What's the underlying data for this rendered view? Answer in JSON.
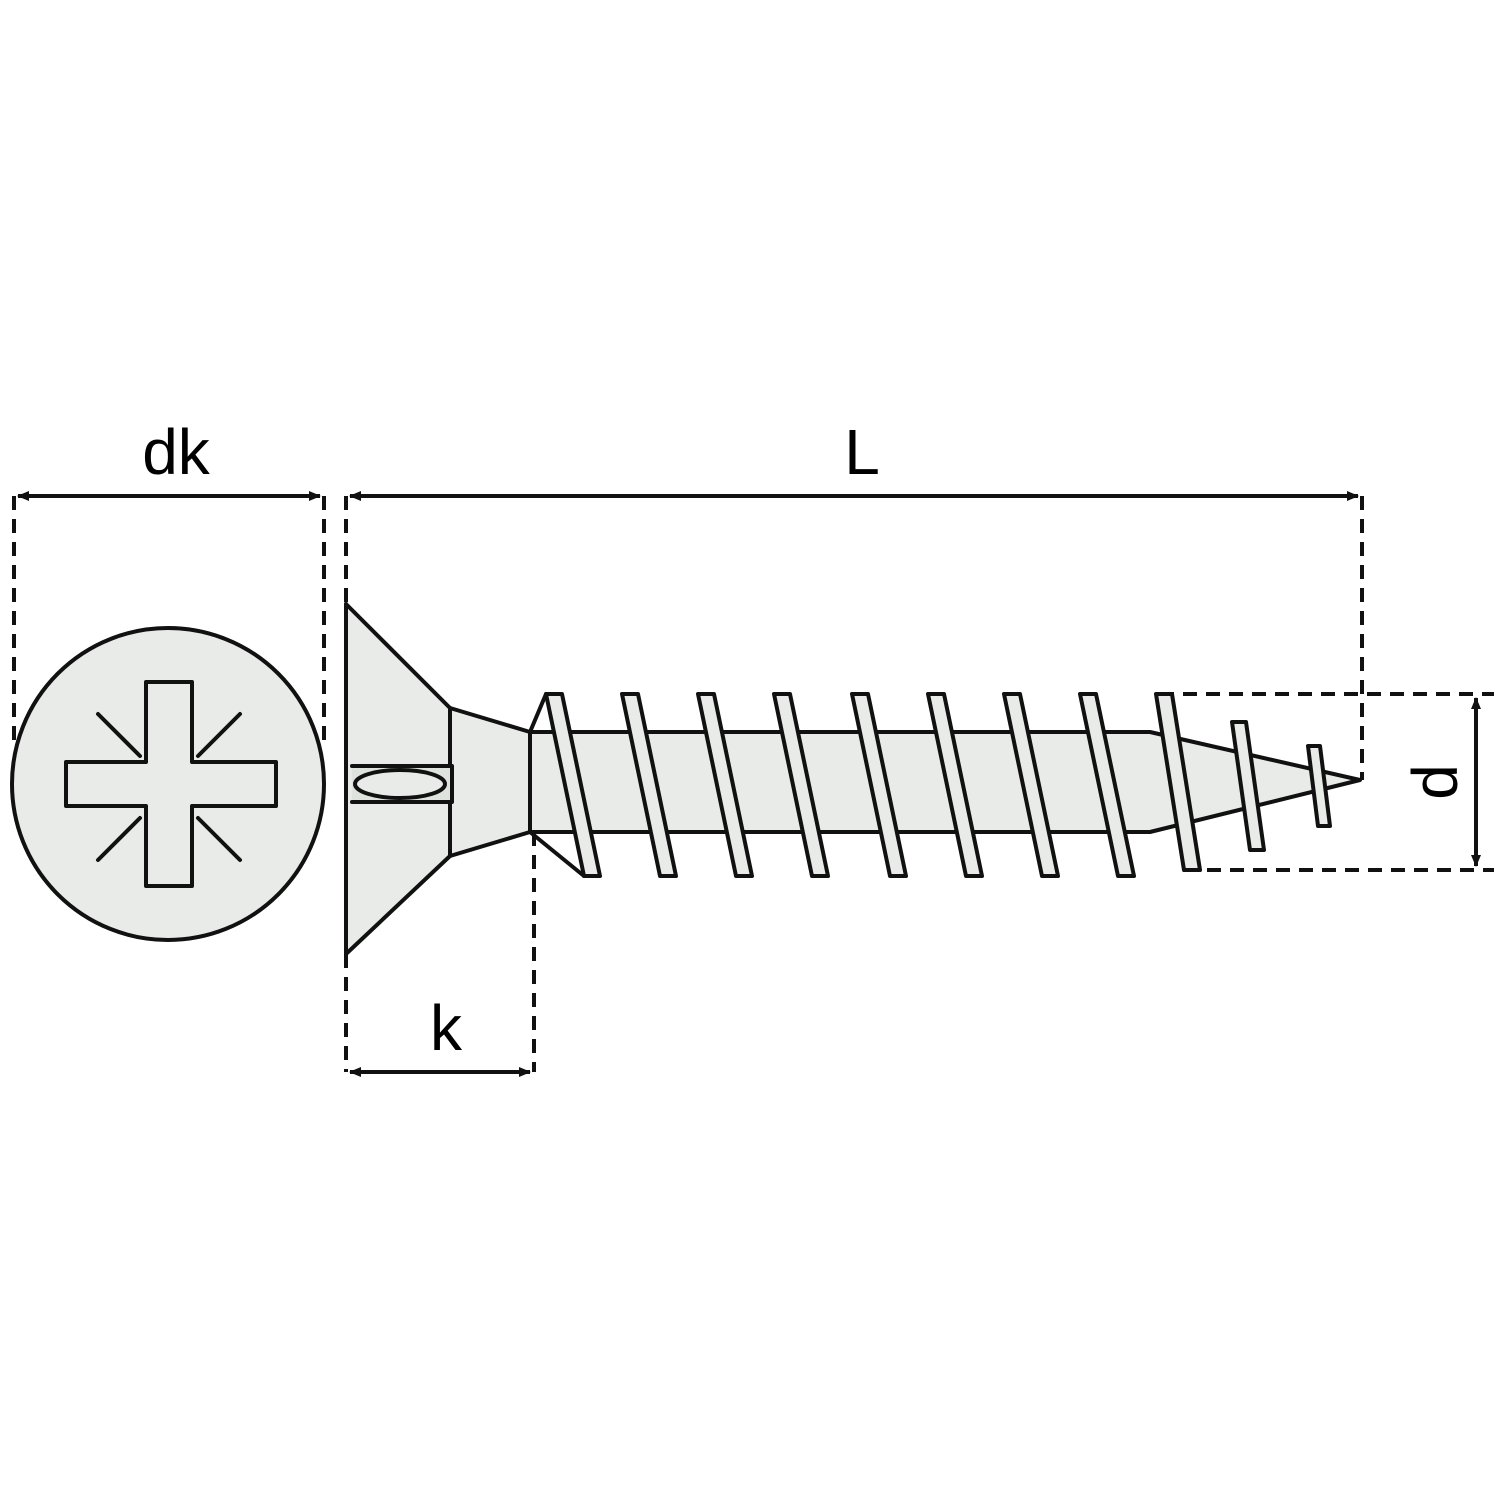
{
  "diagram": {
    "labels": {
      "head_diameter": "dk",
      "length": "L",
      "head_height": "k",
      "thread_diameter": "d"
    },
    "colors": {
      "fill": "#e8ebe7",
      "outline": "#111111",
      "background": "#ffffff"
    },
    "icons": [
      "pozidriv-head-icon",
      "countersunk-screw-icon"
    ]
  }
}
